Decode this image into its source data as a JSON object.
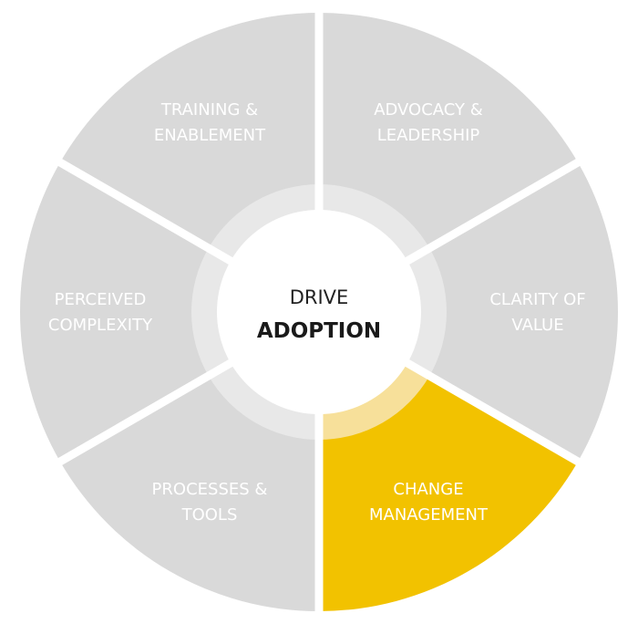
{
  "center": {
    "line1": "DRIVE",
    "line2": "ADOPTION"
  },
  "segments": [
    {
      "id": "advocacy",
      "lines": [
        "ADVOCACY &",
        "LEADERSHIP"
      ],
      "highlighted": false
    },
    {
      "id": "clarity",
      "lines": [
        "CLARITY OF",
        "VALUE"
      ],
      "highlighted": false
    },
    {
      "id": "change",
      "lines": [
        "CHANGE",
        "MANAGEMENT"
      ],
      "highlighted": true
    },
    {
      "id": "processes",
      "lines": [
        "PROCESSES &",
        "TOOLS"
      ],
      "highlighted": false
    },
    {
      "id": "perceived",
      "lines": [
        "PERCEIVED",
        "COMPLEXITY"
      ],
      "highlighted": false
    },
    {
      "id": "training",
      "lines": [
        "TRAINING &",
        "ENABLEMENT"
      ],
      "highlighted": false
    }
  ],
  "colors": {
    "segment": "#d9d9d9",
    "highlight": "#f2c200",
    "ring": "#e8e8e8",
    "ring_highlight": "#f7e09a",
    "center": "#ffffff",
    "separator": "#ffffff",
    "label": "#ffffff",
    "center_text": "#222222"
  }
}
